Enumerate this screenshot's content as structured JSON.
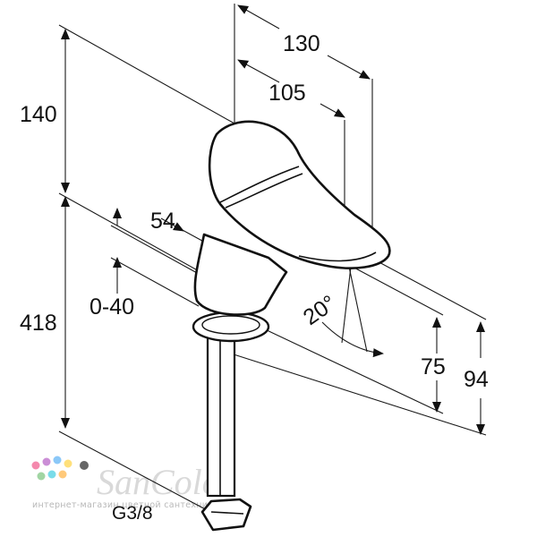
{
  "dimensions": {
    "width_overall": "130",
    "width_spout": "105",
    "height_top": "140",
    "height_total": "418",
    "thickness_range": "0-40",
    "handle_offset": "54",
    "angle": "20°",
    "spout_height": "75",
    "overall_height": "94"
  },
  "connection": {
    "thread": "G3/8"
  },
  "watermark": {
    "brand": "SanColor",
    "tagline": "интернет-магазин цветной сантехники",
    "dot_colors": [
      "#f06292",
      "#ba68c8",
      "#64b5f6",
      "#ffd54f",
      "#81c784",
      "#4dd0e1",
      "#ffb74d",
      "#333333"
    ]
  }
}
